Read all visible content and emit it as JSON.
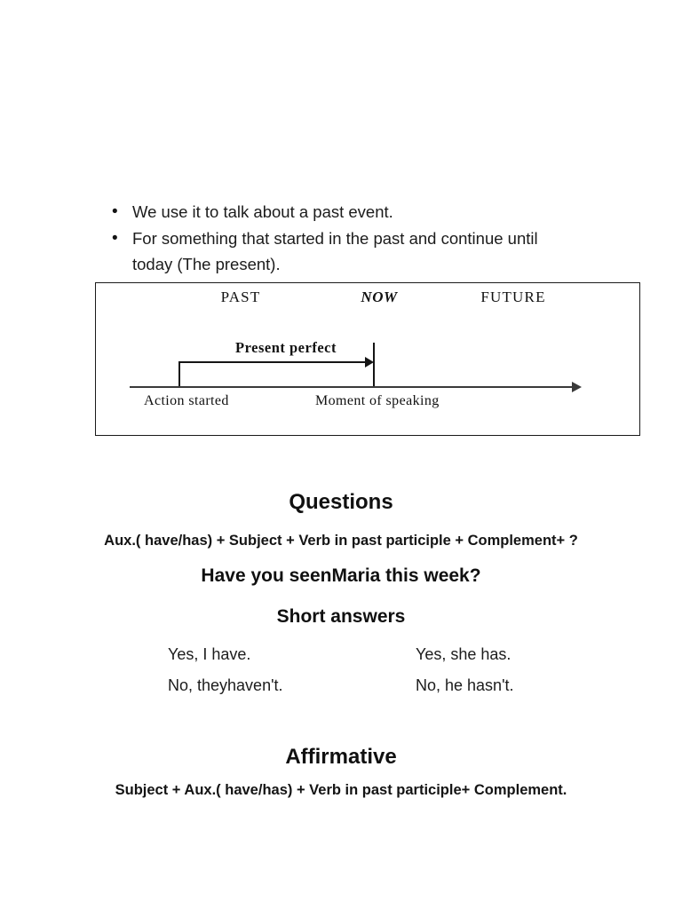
{
  "bullets": {
    "items": [
      "We use it to talk about a past event.",
      "For something that started in the past and continue until today (The present)."
    ],
    "marker": "•"
  },
  "diagram": {
    "labels": {
      "past": "PAST",
      "now": "NOW",
      "future": "FUTURE"
    },
    "arrow_label": "Present perfect",
    "action_started": "Action started",
    "moment_of_speaking": "Moment of speaking"
  },
  "questions": {
    "heading": "Questions",
    "formula": "Aux.( have/has) + Subject + Verb in past participle + Complement+ ?",
    "example": "Have you seenMaria this week?"
  },
  "short_answers": {
    "heading": "Short answers",
    "rows": [
      {
        "left": "Yes, I have.",
        "right": "Yes, she has."
      },
      {
        "left": "No, theyhaven't.",
        "right": "No, he hasn't."
      }
    ]
  },
  "affirmative": {
    "heading": "Affirmative",
    "formula": "Subject + Aux.( have/has) + Verb in past participle+ Complement."
  }
}
